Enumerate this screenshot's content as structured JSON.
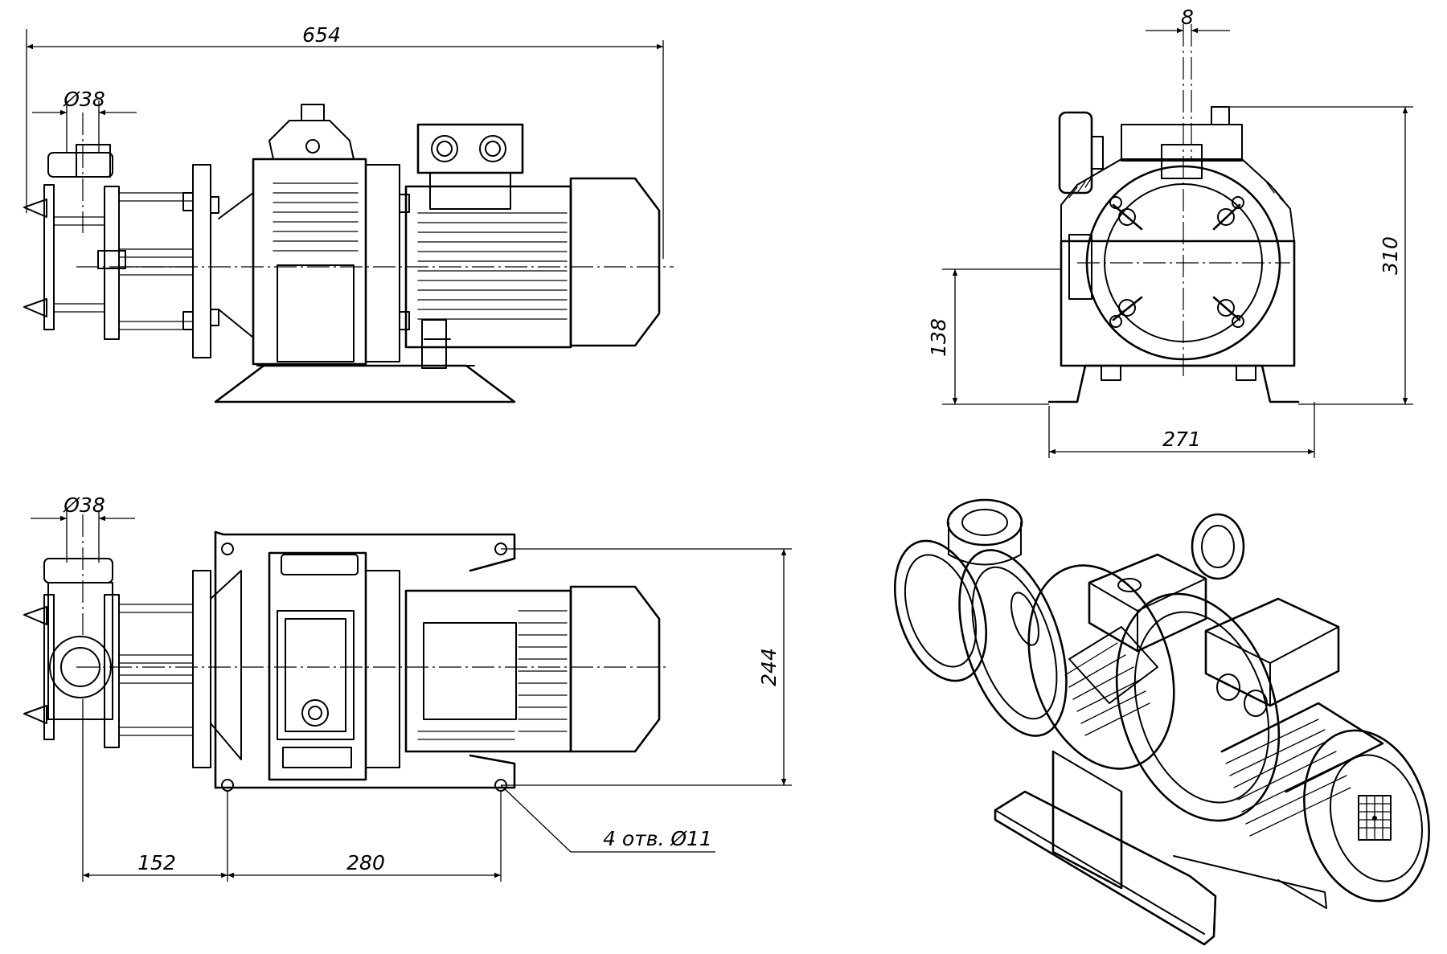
{
  "dimensions": {
    "overall_length": "654",
    "inlet_diameter_front": "Ø38",
    "inlet_diameter_top": "Ø38",
    "top_offset": "8",
    "total_height": "310",
    "axis_height": "138",
    "base_width": "271",
    "mount_width": "244",
    "inlet_to_hole": "152",
    "hole_spacing": "280",
    "holes_note": "4 отв. Ø11"
  },
  "views": [
    "front-view",
    "side-view",
    "top-view",
    "isometric-view"
  ],
  "colors": {
    "line": "#000000",
    "background": "#ffffff"
  }
}
